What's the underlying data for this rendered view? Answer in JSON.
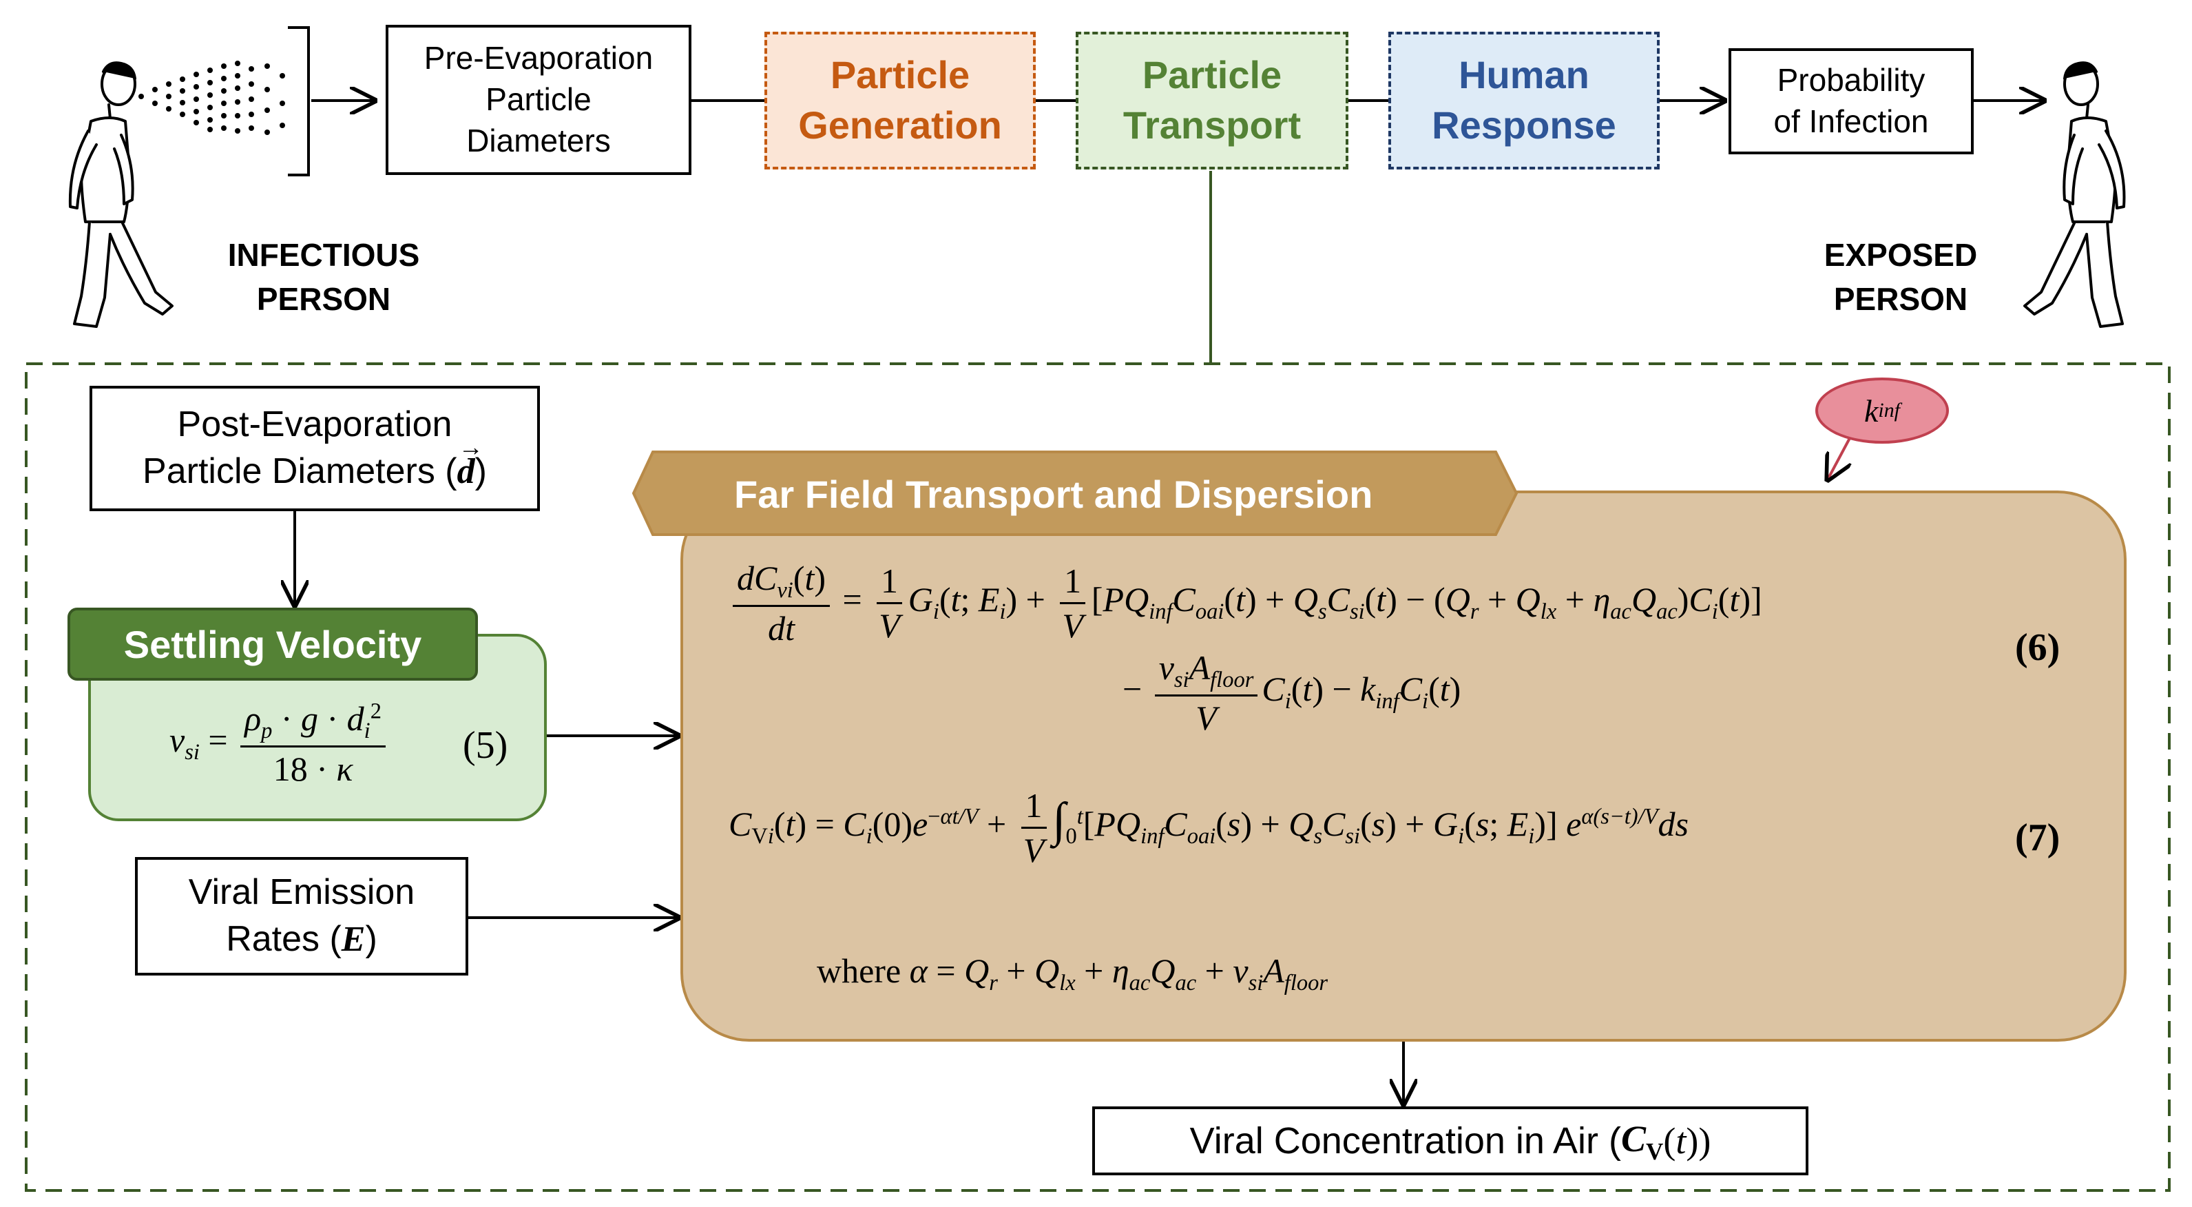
{
  "pipeline": {
    "pre_evaporation": [
      "Pre-Evaporation",
      "Particle",
      "Diameters"
    ],
    "particle_generation": [
      "Particle",
      "Generation"
    ],
    "particle_transport": [
      "Particle",
      "Transport"
    ],
    "human_response": [
      "Human",
      "Response"
    ],
    "probability": [
      "Probability",
      "of Infection"
    ]
  },
  "people": {
    "infectious": [
      "INFECTIOUS",
      "PERSON"
    ],
    "exposed": [
      "EXPOSED",
      "PERSON"
    ]
  },
  "detail": {
    "post_evaporation": [
      "Post-Evaporation",
      "Particle Diameters ("
    ],
    "post_evaporation_symbol": "d",
    "settling_velocity": "Settling Velocity",
    "eq5_number": "(5)",
    "viral_emission": [
      "Viral Emission",
      "Rates ("
    ],
    "viral_emission_symbol": "E",
    "far_field_title": "Far Field Transport and Dispersion",
    "k_inf_label": "k",
    "k_inf_sub": "inf",
    "eq6_number": "(6)",
    "eq7_number": "(7)",
    "where_text": "where",
    "output": "Viral Concentration in Air ("
  },
  "colors": {
    "generation_fill": "#fbe5d6",
    "generation_border": "#c55a11",
    "generation_text": "#c55a11",
    "transport_fill": "#e2f0d9",
    "transport_border": "#385723",
    "transport_text": "#548235",
    "response_fill": "#deebf7",
    "response_border": "#1f3864",
    "response_text": "#2e5597",
    "settling_header": "#548235",
    "settling_fill": "#d9ecd3",
    "far_field_fill": "#dcc4a3",
    "far_field_border": "#b88a48",
    "far_field_banner": "#c29a5c",
    "k_inf_fill": "#e88f9b",
    "k_inf_border": "#c0404f",
    "dashed_frame": "#385723"
  }
}
